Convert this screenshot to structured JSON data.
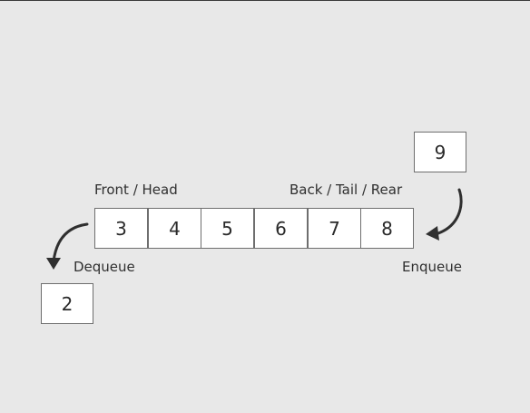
{
  "queue": {
    "items": [
      "3",
      "4",
      "5",
      "6",
      "7",
      "8"
    ]
  },
  "labels": {
    "front": "Front / Head",
    "back": "Back / Tail / Rear",
    "dequeue": "Dequeue",
    "enqueue": "Enqueue"
  },
  "dequeued_value": "2",
  "enqueued_value": "9",
  "colors": {
    "background": "#e8e8e8",
    "cell_fill": "#ffffff",
    "cell_border": "#6e6e6e",
    "text": "#2a2a2a",
    "arrow": "#2f2f2f"
  }
}
